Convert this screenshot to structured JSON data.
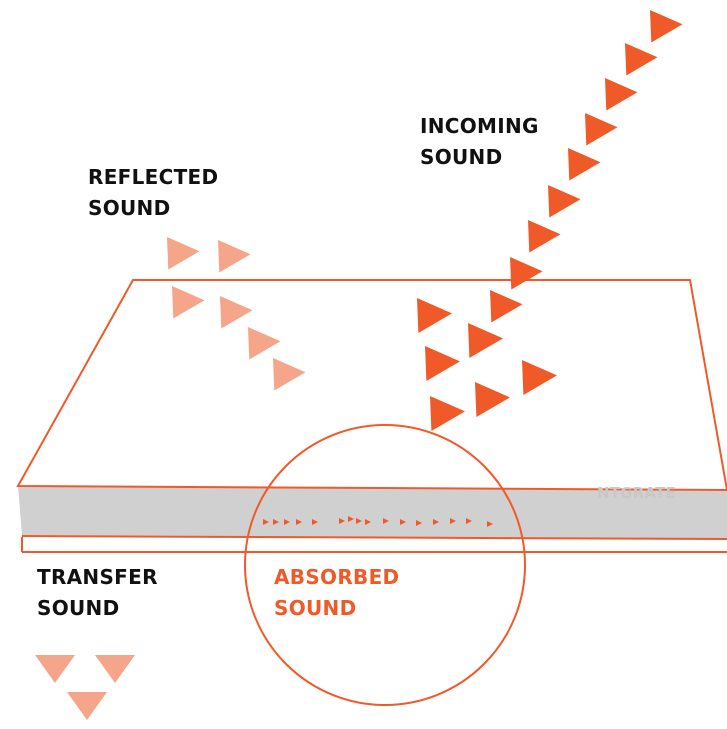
{
  "labels": {
    "incoming": [
      "INCOMING",
      "SOUND"
    ],
    "reflected": [
      "REFLECTED",
      "SOUND"
    ],
    "transfer": [
      "TRANSFER",
      "SOUND"
    ],
    "absorbed": [
      "ABSORBED",
      "SOUND"
    ],
    "brand": "NTGRATE"
  },
  "colors": {
    "accent": "#f05a28",
    "reflected": "#f5a58a",
    "panel_edge": "#d0d0d0",
    "panel_outline": "#f05a28",
    "brand_text": "#c8c8c8",
    "label_text": "#111111"
  }
}
